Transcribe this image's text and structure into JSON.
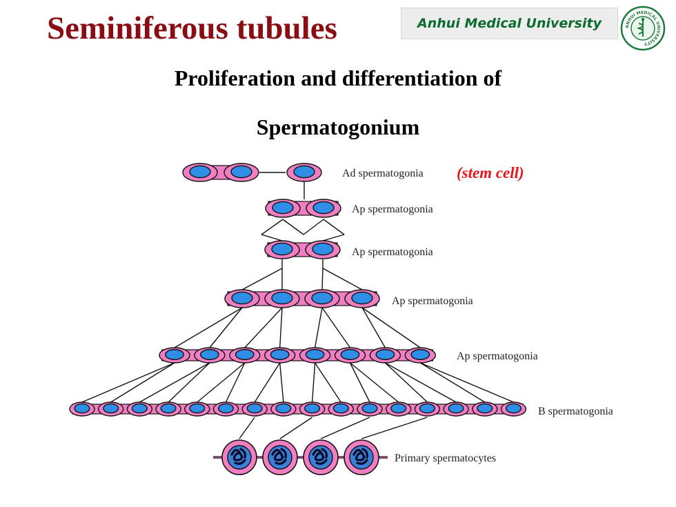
{
  "title": "Seminiferous tubules",
  "brand": "Anhui Medical University",
  "seal_text": "ANHUI MEDICAL UNIVERSITY",
  "subtitle_line1": "Proliferation and differentiation of",
  "subtitle_line2": "Spermatogonium",
  "stem_note": "(stem cell)",
  "colors": {
    "title": "#8b0d14",
    "brand_text": "#0c6b2f",
    "cell_body": "#ef7fc1",
    "nucleus": "#2f8fe6",
    "stem_note": "#e8141c"
  },
  "stages": [
    {
      "label": "Ad spermatogonia",
      "cells": 3
    },
    {
      "label": "Ap spermatogonia",
      "cells": 2
    },
    {
      "label": "Ap spermatogonia",
      "cells": 2
    },
    {
      "label": "Ap spermatogonia",
      "cells": 4
    },
    {
      "label": "Ap spermatogonia",
      "cells": 8
    },
    {
      "label": "B spermatogonia",
      "cells": 16
    },
    {
      "label": "Primary spermatocytes",
      "cells": 4
    }
  ]
}
